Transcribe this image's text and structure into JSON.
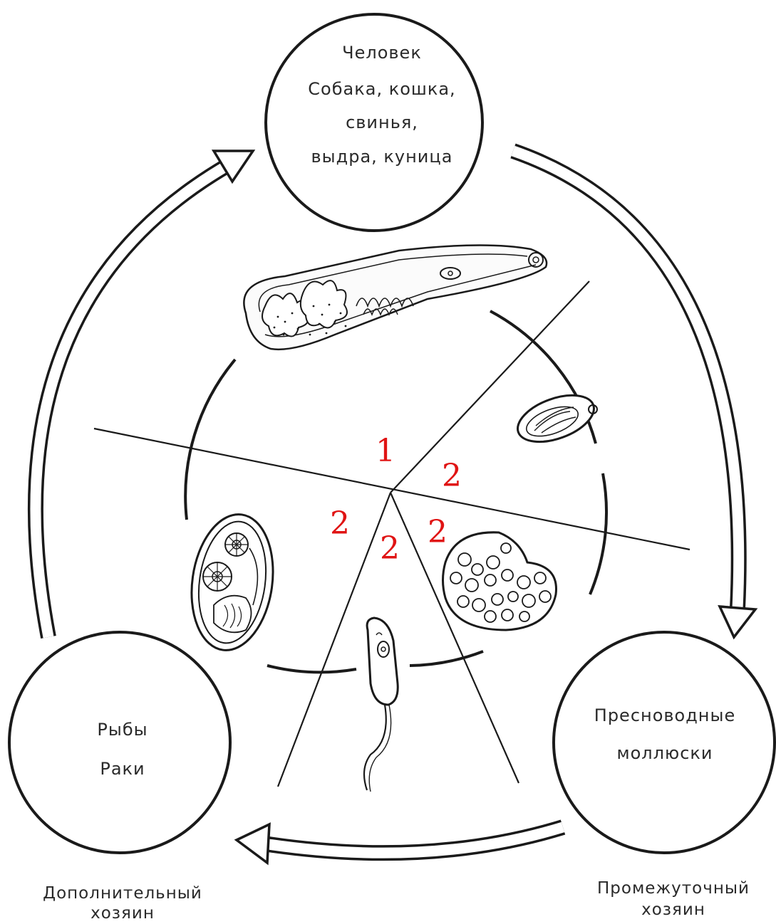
{
  "hosts": {
    "definitive": {
      "lines": [
        "Человек",
        "Собака, кошка,",
        "свинья,",
        "выдра, куница"
      ]
    },
    "additional": {
      "lines": [
        "Рыбы",
        "Раки"
      ],
      "caption": [
        "Дополнительный",
        "хозяин"
      ]
    },
    "intermediate": {
      "lines": [
        "Пресноводные",
        "моллюски"
      ],
      "caption": [
        "Промежуточный",
        "хозяин"
      ]
    }
  },
  "stage_labels": [
    "1",
    "2",
    "2",
    "2",
    "2"
  ],
  "colors": {
    "ink": "#1a1a1a",
    "stage_numbers": "#e01414",
    "background": "#ffffff"
  },
  "icons": {
    "adult": "adult-fluke-icon",
    "egg": "egg-icon",
    "sporocyst": "sporocyst-icon",
    "cercaria": "cercaria-icon",
    "metacercaria": "metacercaria-cyst-icon"
  }
}
